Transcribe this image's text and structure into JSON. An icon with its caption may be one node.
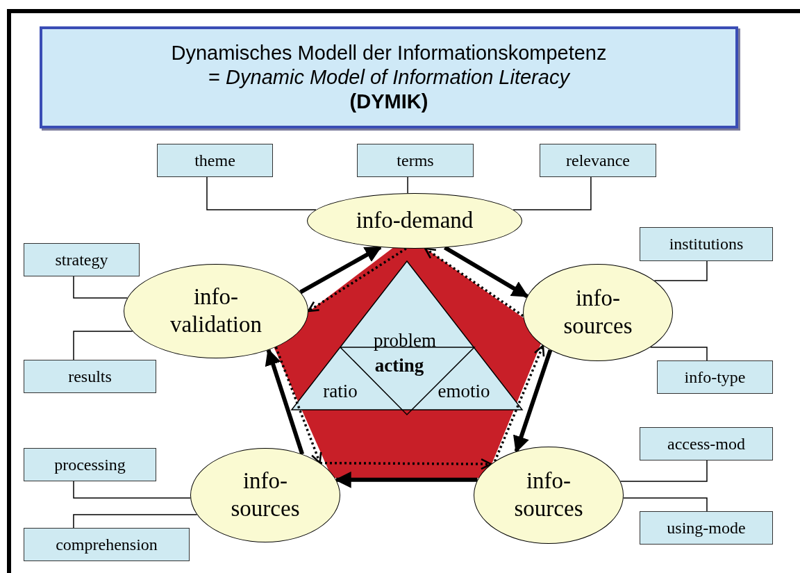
{
  "diagram": {
    "nodes": [
      {
        "text": [
          "Dynamisches Modell der Informationskompetenz",
          "= *Dynamic Model of Information Literacy*",
          "(DYMIK)"
        ]
      },
      {
        "text": [
          "info-demand"
        ]
      },
      {
        "text": [
          "info- validation"
        ]
      },
      {
        "text": [
          "info- sources"
        ]
      },
      {
        "text": [
          "info- sources"
        ]
      },
      {
        "text": [
          "info- sources"
        ]
      },
      {
        "text": [],
        "shape": "pentagon"
      },
      {
        "text": [
          "problem",
          "acting",
          "ratio",
          "emotio"
        ],
        "in": 6
      },
      {
        "text": [
          "theme"
        ]
      },
      {
        "text": [
          "terms"
        ]
      },
      {
        "text": [
          "relevance"
        ]
      },
      {
        "text": [
          "strategy"
        ]
      },
      {
        "text": [
          "institutions"
        ]
      },
      {
        "text": [
          "results"
        ]
      },
      {
        "text": [
          "info-type"
        ]
      },
      {
        "text": [
          "processing"
        ]
      },
      {
        "text": [
          "access-mod"
        ]
      },
      {
        "text": [
          "comprehension"
        ]
      },
      {
        "text": [
          "using-mode"
        ]
      }
    ],
    "edges": [
      {
        "from": 8,
        "to": 1,
        "arrow": "none"
      },
      {
        "from": 9,
        "to": 1,
        "arrow": "none"
      },
      {
        "from": 10,
        "to": 1,
        "arrow": "none"
      },
      {
        "from": 11,
        "to": 2,
        "arrow": "none"
      },
      {
        "from": 13,
        "to": 2,
        "arrow": "none"
      },
      {
        "from": 12,
        "to": 3,
        "arrow": "none"
      },
      {
        "from": 14,
        "to": 3,
        "arrow": "none"
      },
      {
        "from": 15,
        "to": 4,
        "arrow": "none"
      },
      {
        "from": 17,
        "to": 4,
        "arrow": "none"
      },
      {
        "from": 16,
        "to": 5,
        "arrow": "none"
      },
      {
        "from": 18,
        "to": 5,
        "arrow": "none"
      },
      {
        "from": 2,
        "to": 1,
        "arrow": "to",
        "style": "thick"
      },
      {
        "from": 1,
        "to": 3,
        "arrow": "to",
        "style": "thick"
      },
      {
        "from": 3,
        "to": 5,
        "arrow": "to",
        "style": "thick"
      },
      {
        "from": 5,
        "to": 4,
        "arrow": "to",
        "style": "thick"
      },
      {
        "from": 4,
        "to": 2,
        "arrow": "to",
        "style": "thick"
      },
      {
        "from": 1,
        "to": 2,
        "arrow": "to",
        "style": "dashed"
      },
      {
        "from": 3,
        "to": 1,
        "arrow": "to",
        "style": "dashed"
      },
      {
        "from": 5,
        "to": 3,
        "arrow": "to",
        "style": "dashed"
      },
      {
        "from": 4,
        "to": 5,
        "arrow": "to",
        "style": "dashed"
      },
      {
        "from": 2,
        "to": 4,
        "arrow": "to",
        "style": "dashed"
      }
    ]
  }
}
